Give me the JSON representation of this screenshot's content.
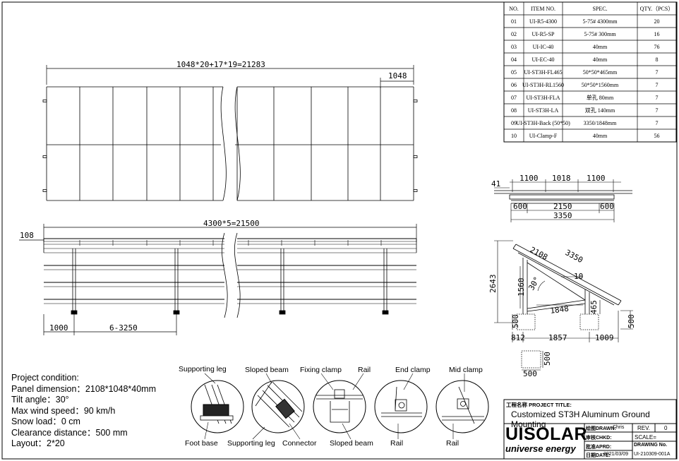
{
  "bom": {
    "headers": [
      "NO.",
      "ITEM NO.",
      "SPEC.",
      "QTY.（PCS）"
    ],
    "rows": [
      [
        "01",
        "UI-R5-4300",
        "5-75# 4300mm",
        "20"
      ],
      [
        "02",
        "UI-R5-SP",
        "5-75# 300mm",
        "16"
      ],
      [
        "03",
        "UI-IC-40",
        "40mm",
        "76"
      ],
      [
        "04",
        "UI-EC-40",
        "40mm",
        "8"
      ],
      [
        "05",
        "UI-ST3H-FL465",
        "50*50*465mm",
        "7"
      ],
      [
        "06",
        "UI-ST3H-RL1560",
        "50*50*1560mm",
        "7"
      ],
      [
        "07",
        "UI-ST3H-FLA",
        "单孔 80mm",
        "7"
      ],
      [
        "08",
        "UI-ST3H-LA",
        "双孔 140mm",
        "7"
      ],
      [
        "09",
        "UI-ST3H-Back (50*50)",
        "3350/1848mm",
        "7"
      ],
      [
        "10",
        "UI-Clamp-F",
        "40mm",
        "56"
      ]
    ]
  },
  "top_view": {
    "dim_total": "1048*20+17*19=21283",
    "dim_panel": "1048"
  },
  "front_view": {
    "dim_total": "4300*5=21500",
    "dim_overhang": "108",
    "dim_start": "1000",
    "dim_spacing": "6-3250"
  },
  "rail_view": {
    "dim_41": "41",
    "dim_1100a": "1100",
    "dim_1018": "1018",
    "dim_1100b": "1100",
    "dim_600a": "600",
    "dim_2150": "2150",
    "dim_600b": "600",
    "dim_3350": "3350"
  },
  "side_view": {
    "d2108": "2108",
    "d3350": "3350",
    "d10": "10",
    "d30": "30°",
    "d1560": "1560",
    "d1848": "1848",
    "d465": "465",
    "d2643": "2643",
    "d500a": "500",
    "d500b": "500",
    "d812": "812",
    "d1857": "1857",
    "d1009": "1009"
  },
  "footing": {
    "w": "500",
    "h": "500"
  },
  "project": {
    "heading": "Project condition:",
    "lines": [
      "Panel dimension：2108*1048*40mm",
      "Tilt angle：30°",
      "Max wind speed：90 km/h",
      "Snow load：0 cm",
      "Clearance distance：500 mm",
      "Layout：2*20"
    ]
  },
  "details": {
    "top_labels": [
      "Supporting leg",
      "Sloped beam",
      "Fixing clamp",
      "Rail",
      "End clamp",
      "Mid clamp"
    ],
    "bottom_labels": [
      "Foot base",
      "Supporting leg",
      "Connector",
      "Sloped beam",
      "Rail",
      "Rail"
    ]
  },
  "title_block": {
    "title_label": "工程名称 PROJECT TITLE:",
    "title": "Customized ST3H Aluminum Ground Mounting",
    "logo": "UISOLAR",
    "tagline": "universe energy",
    "drawn_label": "绘图DRAWN:",
    "drawn": "Chris",
    "chkd_label": "审核CHKD:",
    "aprd_label": "批准APRD:",
    "date_label": "日期DATE:",
    "date": "2021/03/09",
    "rev_label": "REV.",
    "rev": "0",
    "scale_label": "SCALE=",
    "dwg_label": "DRAWING No.",
    "dwg": "UI-210309-001A"
  }
}
